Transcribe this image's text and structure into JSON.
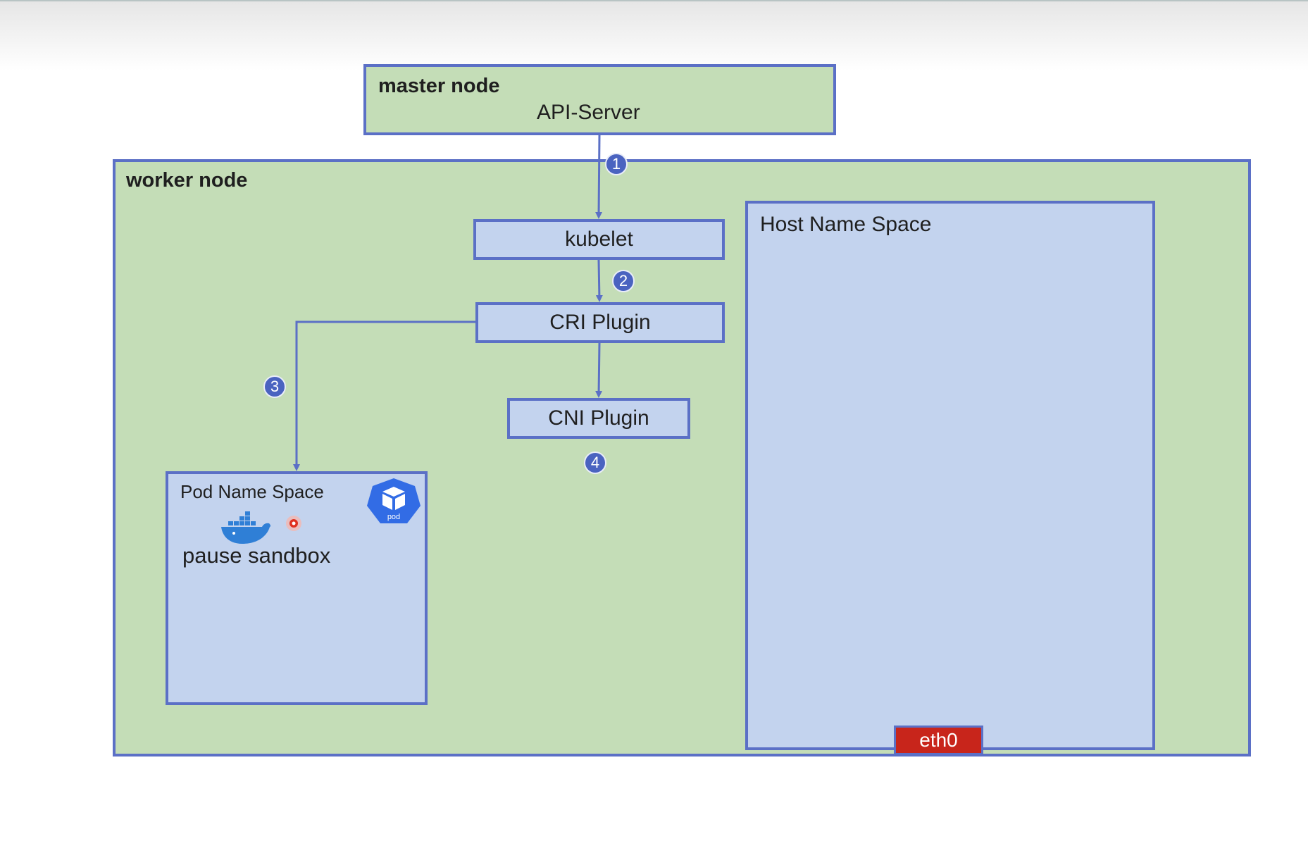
{
  "master_node": {
    "title": "master node",
    "component": "API-Server"
  },
  "worker_node": {
    "title": "worker node"
  },
  "kubelet": {
    "label": "kubelet"
  },
  "cri_plugin": {
    "label": "CRI Plugin"
  },
  "cni_plugin": {
    "label": "CNI Plugin"
  },
  "pod_namespace": {
    "title": "Pod Name Space",
    "sandbox_label": "pause sandbox",
    "pod_icon_text": "pod"
  },
  "host_namespace": {
    "title": "Host Name Space",
    "interface": "eth0"
  },
  "steps": [
    "1",
    "2",
    "3",
    "4"
  ],
  "colors": {
    "node_fill": "#c4ddb7",
    "component_fill": "#c3d3ee",
    "border": "#5b70c6",
    "badge": "#4a63c0",
    "interface_fill": "#c8251b",
    "docker_blue": "#2f7fd6",
    "k8s_blue": "#326ce5"
  },
  "icons": [
    "docker-whale-icon",
    "kubernetes-pod-icon",
    "red-dot-icon"
  ]
}
